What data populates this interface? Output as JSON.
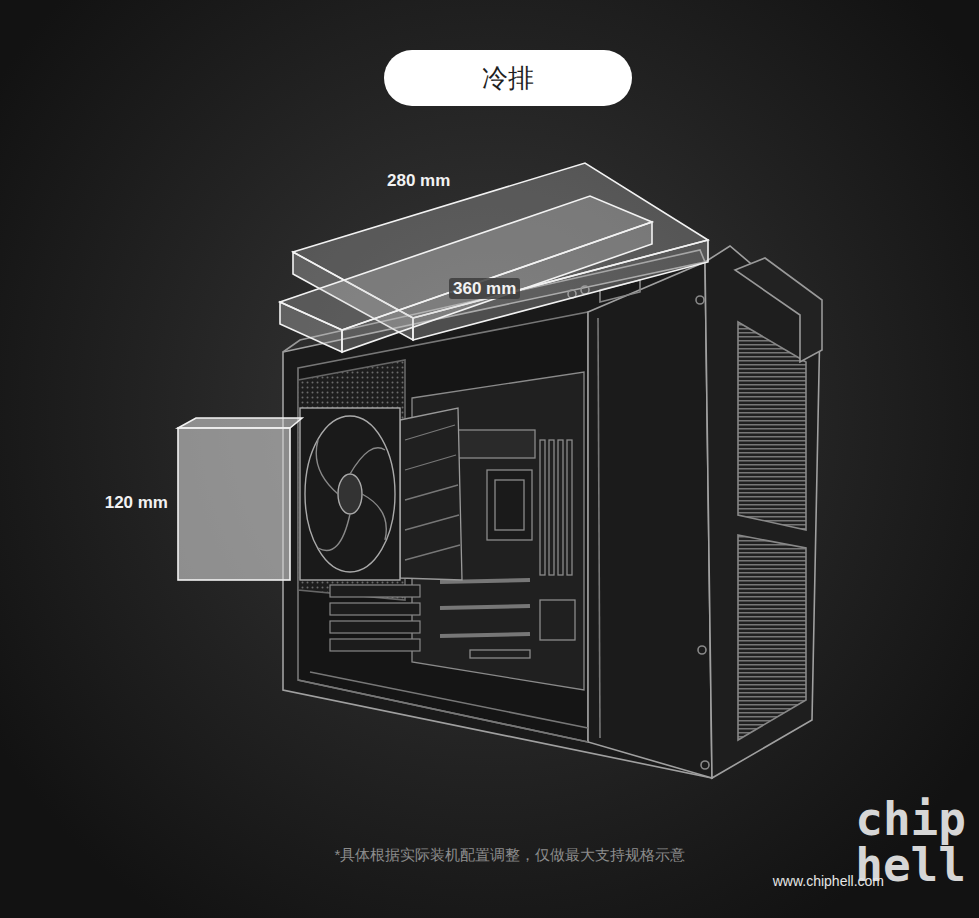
{
  "diagram": {
    "title": "冷排",
    "caption": "*具体根据实际装机配置调整，仅做最大支持规格示意",
    "labels": [
      "280 mm",
      "360 mm",
      "120 mm",
      "chip",
      "hell",
      "www.chiphell.com"
    ]
  }
}
